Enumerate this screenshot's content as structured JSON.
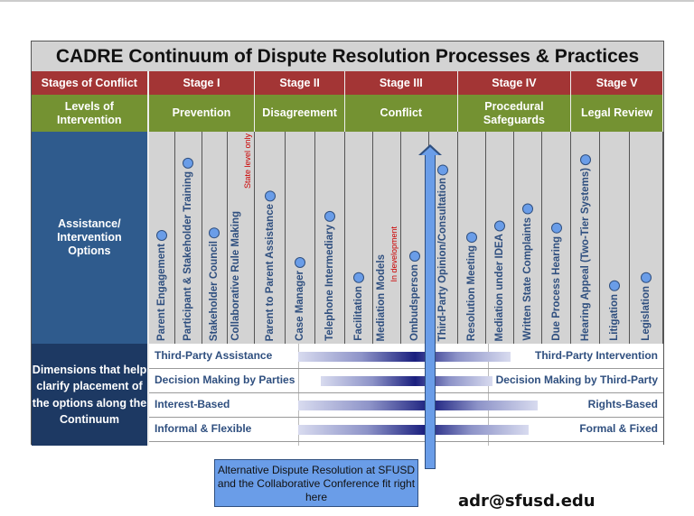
{
  "title": "CADRE Continuum of Dispute Resolution Processes & Practices",
  "stages_label": "Stages of Conflict",
  "levels_label": "Levels of Intervention",
  "options_label": "Assistance/ Intervention Options",
  "dimensions_label": "Dimensions that help clarify placement of the options along the Continuum",
  "stages": [
    {
      "label": "Stage I",
      "level": "Prevention",
      "cols": 4
    },
    {
      "label": "Stage II",
      "level": "Disagreement",
      "cols": 3
    },
    {
      "label": "Stage III",
      "level": "Conflict",
      "cols": 4
    },
    {
      "label": "Stage IV",
      "level": "Procedural Safeguards",
      "cols": 4
    },
    {
      "label": "Stage V",
      "level": "Legal Review",
      "cols": 3
    }
  ],
  "options": [
    {
      "label": "Parent Engagement",
      "dot": true
    },
    {
      "label": "Participant & Stakeholder Training",
      "dot": true
    },
    {
      "label": "Stakeholder Council",
      "dot": true
    },
    {
      "label": "Collaborative Rule Making",
      "dot": false,
      "note": "State level only"
    },
    {
      "label": "Parent to Parent Assistance",
      "dot": true
    },
    {
      "label": "Case Manager",
      "dot": true
    },
    {
      "label": "Telephone Intermediary",
      "dot": true
    },
    {
      "label": "Facilitation",
      "dot": true
    },
    {
      "label": "Mediation Models",
      "dot": false,
      "note": "In development"
    },
    {
      "label": "Ombudsperson",
      "dot": true
    },
    {
      "label": "Third-Party Opinion/Consultation",
      "dot": true
    },
    {
      "label": "Resolution Meeting",
      "dot": true
    },
    {
      "label": "Mediation under IDEA",
      "dot": true
    },
    {
      "label": "Written State Complaints",
      "dot": true
    },
    {
      "label": "Due Process Hearing",
      "dot": true
    },
    {
      "label": "Hearing Appeal (Two-Tier Systems)",
      "dot": true
    },
    {
      "label": "Litigation",
      "dot": true
    },
    {
      "label": "Legislation",
      "dot": true
    }
  ],
  "dimensions": [
    {
      "left": "Third-Party Assistance",
      "right": "Third-Party Intervention"
    },
    {
      "left": "Decision Making by Parties",
      "right": "Decision Making by Third-Party"
    },
    {
      "left": "Interest-Based",
      "right": "Rights-Based"
    },
    {
      "left": "Informal & Flexible",
      "right": "Formal & Fixed"
    }
  ],
  "callout": "Alternative Dispute Resolution at SFUSD and the Collaborative Conference fit right here",
  "email": "adr@sfusd.edu"
}
